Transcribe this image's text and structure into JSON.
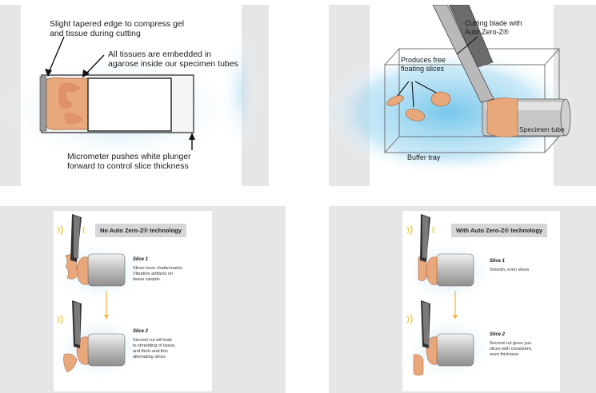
{
  "panel1": {
    "label_edge": [
      "Slight tapered edge to compress gel",
      "and tissue during cutting"
    ],
    "label_embedded": [
      "All tissues are embedded in",
      "agarose inside our specimen tubes"
    ],
    "label_micrometer": [
      "Micrometer pushes white plunger",
      "forward to control slice thickness"
    ]
  },
  "panel2": {
    "label_blade": [
      "Cutting blade with",
      "Auto Zero-Z®"
    ],
    "label_slices": [
      "Produces free",
      "floating slices"
    ],
    "label_tube": "Specimen tube",
    "label_tray": "Buffer tray"
  },
  "panel3": {
    "header": "No Auto Zero-Z® technology",
    "slice1_title": "Slice 1",
    "slice1_text": [
      "Slices have chattermarks.",
      "Vibration artifacts on",
      "tissue sample."
    ],
    "slice2_title": "Slice 2",
    "slice2_text": [
      "Second cut will lead",
      "to shredding of tissue,",
      "and thick-and-thin",
      "alternating slices"
    ]
  },
  "panel4": {
    "header": "With Auto Zero-Z® technology",
    "slice1_title": "Slice 1",
    "slice1_text": [
      "Smooth, even slices"
    ],
    "slice2_title": "Slice 2",
    "slice2_text": [
      "Second cut gives you",
      "slices with consistent,",
      "even thickness"
    ]
  },
  "colors": {
    "panel_bg": "#e5e6e8",
    "water": "#6ec3ea",
    "tissue": "#e8a47a",
    "header_bg": "#d5d6d8",
    "arrow": "#f5b43a"
  }
}
